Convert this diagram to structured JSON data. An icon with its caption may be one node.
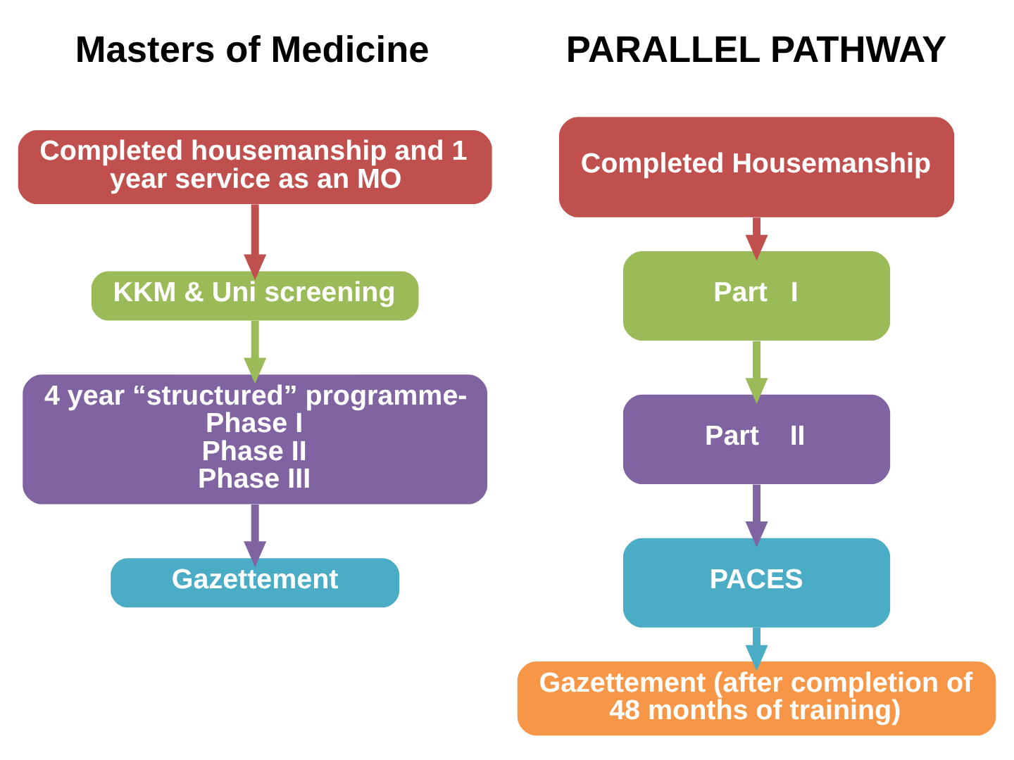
{
  "diagram": {
    "nodes": [
      {
        "text": [
          "Completed housemanship and 1 year service as an MO"
        ]
      },
      {
        "text": [
          "KKM & Uni screening"
        ]
      },
      {
        "text": [
          "4 year “structured” programme-",
          "Phase I",
          "Phase II",
          "Phase III"
        ]
      },
      {
        "text": [
          "Gazettement"
        ]
      },
      {
        "text": [
          "Completed Housemanship"
        ]
      },
      {
        "text": [
          "Part   I"
        ]
      },
      {
        "text": [
          "Part    II"
        ]
      },
      {
        "text": [
          "PACES"
        ]
      },
      {
        "text": [
          "Gazettement (after completion of 48 months of training)"
        ]
      }
    ],
    "edges": [
      {
        "from": 0,
        "to": 1,
        "arrow": "to",
        "color": "#c0504d"
      },
      {
        "from": 1,
        "to": 2,
        "arrow": "to",
        "color": "#9bbb59"
      },
      {
        "from": 2,
        "to": 3,
        "arrow": "to",
        "color": "#8064a2"
      },
      {
        "from": 4,
        "to": 5,
        "arrow": "to",
        "color": "#c0504d"
      },
      {
        "from": 5,
        "to": 6,
        "arrow": "to",
        "color": "#9bbb59"
      },
      {
        "from": 6,
        "to": 7,
        "arrow": "to",
        "color": "#8064a2"
      },
      {
        "from": 7,
        "to": 8,
        "arrow": "to",
        "color": "#4bacc6"
      }
    ],
    "labels": [
      "Masters of Medicine",
      "PARALLEL PATHWAY"
    ]
  }
}
